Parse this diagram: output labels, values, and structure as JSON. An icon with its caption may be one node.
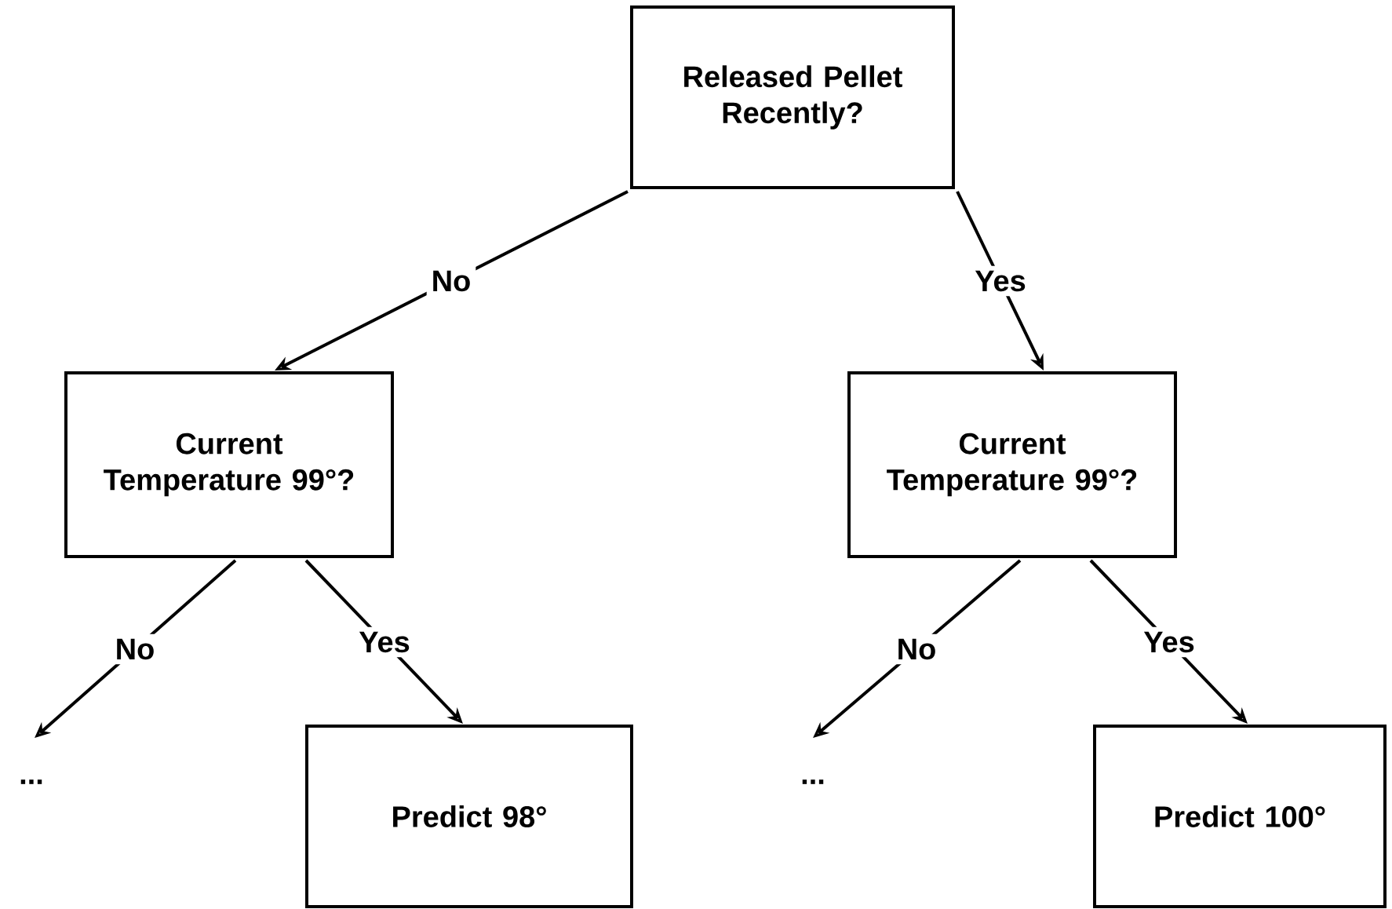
{
  "diagram": {
    "nodes": [
      {
        "text": [
          "Released Pellet Recently?"
        ]
      },
      {
        "text": [
          "Current Temperature 99°?"
        ]
      },
      {
        "text": [
          "Current Temperature 99°?"
        ]
      },
      {
        "text": [
          "..."
        ]
      },
      {
        "text": [
          "Predict 98°"
        ]
      },
      {
        "text": [
          "..."
        ]
      },
      {
        "text": [
          "Predict 100°"
        ]
      }
    ],
    "edges": [
      {
        "from": 0,
        "to": 1,
        "arrow": "to",
        "label": "No"
      },
      {
        "from": 0,
        "to": 2,
        "arrow": "to",
        "label": "Yes"
      },
      {
        "from": 1,
        "to": 3,
        "arrow": "to",
        "label": "No"
      },
      {
        "from": 1,
        "to": 4,
        "arrow": "to",
        "label": "Yes"
      },
      {
        "from": 2,
        "to": 5,
        "arrow": "to",
        "label": "No"
      },
      {
        "from": 2,
        "to": 6,
        "arrow": "to",
        "label": "Yes"
      }
    ]
  }
}
